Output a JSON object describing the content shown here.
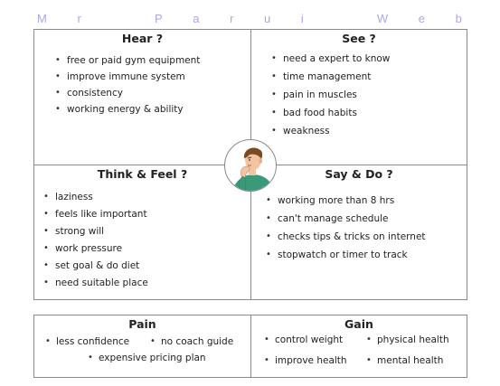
{
  "brand": {
    "letters": [
      "M",
      "r",
      "P",
      "a",
      "r",
      "u",
      "i",
      "W",
      "e",
      "b"
    ]
  },
  "quadrants": {
    "hear": {
      "title": "Hear ?",
      "items": [
        "free or paid gym equipment",
        "improve immune system",
        "consistency",
        "working energy & ability"
      ]
    },
    "see": {
      "title": "See ?",
      "items": [
        "need a expert to know",
        "time management",
        "pain in muscles",
        "bad food habits",
        "weakness"
      ]
    },
    "think_feel": {
      "title": "Think & Feel ?",
      "items": [
        "laziness",
        "feels like important",
        "strong will",
        "work pressure",
        "set goal & do diet",
        "need suitable place"
      ]
    },
    "say_do": {
      "title": "Say & Do ?",
      "items": [
        "working more than 8 hrs",
        "can't manage schedule",
        "checks tips & tricks on internet",
        "stopwatch or timer to track"
      ]
    }
  },
  "pain": {
    "title": "Pain",
    "items": [
      "less confidence",
      "no coach guide",
      "expensive pricing plan"
    ]
  },
  "gain": {
    "title": "Gain",
    "items": [
      "control weight",
      "physical health",
      "improve health",
      "mental health"
    ]
  },
  "colors": {
    "brand": "#a8a8e6",
    "border": "#8a8a8a",
    "shirt": "#3a9a78",
    "hair": "#7a4a22",
    "skin": "#f2c4a0"
  },
  "icons": {
    "center": "thinking-person-icon"
  }
}
